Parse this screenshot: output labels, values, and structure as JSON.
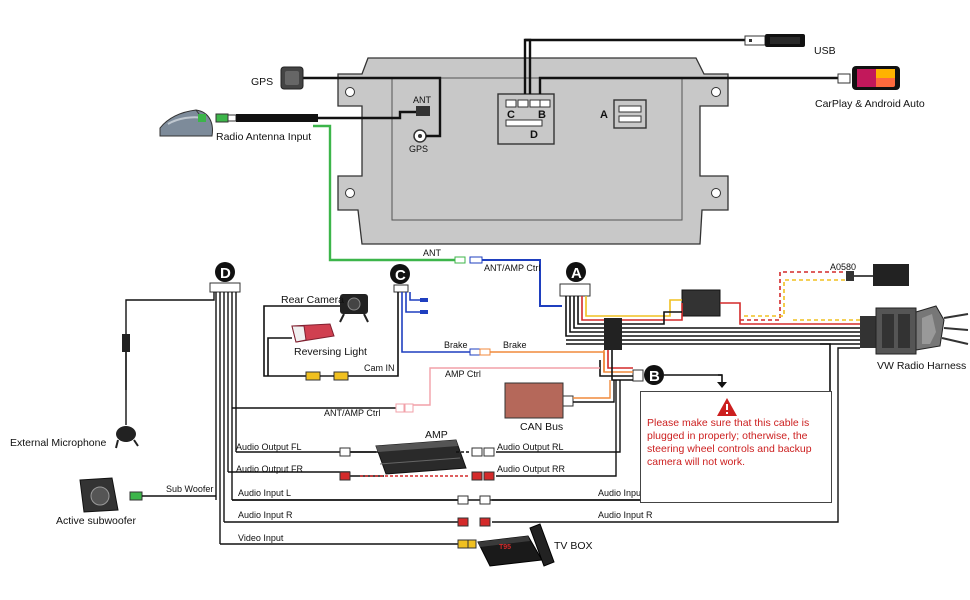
{
  "colors": {
    "wire_black": "#111111",
    "wire_green": "#3cb54a",
    "wire_blue": "#1f3fbf",
    "wire_orange": "#f08a3c",
    "wire_pink": "#f2a0a8",
    "wire_red": "#d42a2a",
    "wire_yellow": "#f0c020",
    "head_unit": "#c8c8c8",
    "can_bus": "#b5685a",
    "warning_red": "#cc1f1f",
    "badge": "#111111"
  },
  "connectors": {
    "a": "A",
    "b": "B",
    "c": "C",
    "d": "D"
  },
  "head_unit": {
    "ant_port": "ANT",
    "gps_port": "GPS",
    "port_a": "A",
    "port_b": "B",
    "port_c": "C",
    "port_d": "D"
  },
  "devices": {
    "usb": "USB",
    "carplay": "CarPlay & Android Auto",
    "gps": "GPS",
    "radio_antenna": "Radio Antenna Input",
    "a0580": "A0580",
    "vw_harness": "VW Radio Harness",
    "rear_camera": "Rear Camera",
    "reversing_light": "Reversing Light",
    "can_bus": "CAN Bus",
    "amp": "AMP",
    "external_mic": "External Microphone",
    "subwoofer": "Active subwoofer",
    "tv_box": "TV BOX",
    "tv_box_logo": "T95"
  },
  "wires": {
    "ant": "ANT",
    "ant_amp_ctrl": "ANT/AMP Ctrl",
    "cam_in": "Cam IN",
    "brake_1": "Brake",
    "brake_2": "Brake",
    "amp_ctrl": "AMP Ctrl",
    "ant_amp_ctrl_2": "ANT/AMP Ctrl",
    "audio_out_fl": "Audio Output FL",
    "audio_out_fr": "Audio Output FR",
    "audio_out_rl": "Audio Output RL",
    "audio_out_rr": "Audio Output RR",
    "sub_woofer": "Sub Woofer",
    "audio_in_l_1": "Audio Input L",
    "audio_in_l_2": "Audio Input L",
    "audio_in_r_1": "Audio Input R",
    "audio_in_r_2": "Audio Input R",
    "video_input": "Video Input"
  },
  "warning": {
    "text": "Please make sure that this cable is plugged in properly; otherwise, the steering wheel controls and backup camera will not work."
  }
}
